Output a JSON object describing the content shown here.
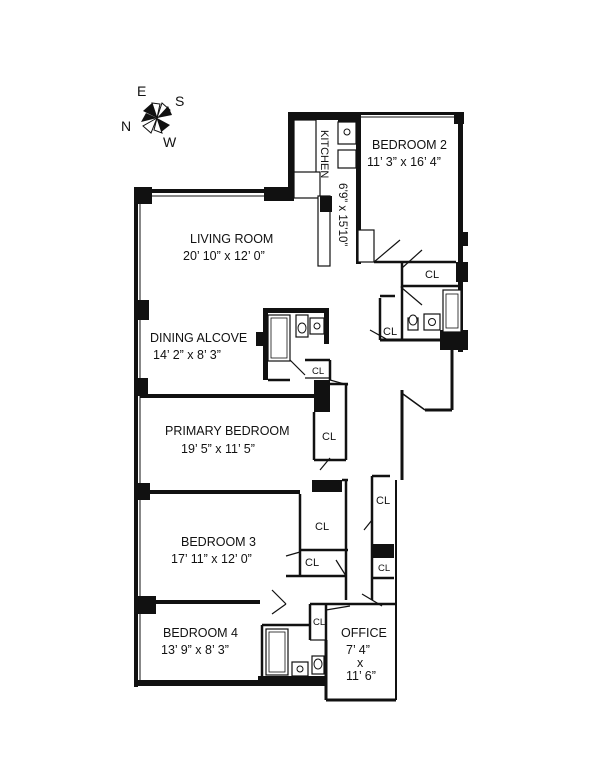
{
  "compass": {
    "n": "N",
    "e": "E",
    "s": "S",
    "w": "W"
  },
  "rooms": {
    "living": {
      "name": "LIVING ROOM",
      "dims": "20’ 10” x 12’ 0”"
    },
    "dining": {
      "name": "DINING ALCOVE",
      "dims": "14’ 2” x  8’ 3”"
    },
    "primary": {
      "name": "PRIMARY BEDROOM",
      "dims": "19’ 5” x 11’ 5”"
    },
    "bedroom2": {
      "name": "BEDROOM 2",
      "dims": "11’ 3” x 16’ 4”"
    },
    "bedroom3": {
      "name": "BEDROOM 3",
      "dims": "17’ 11” x 12’ 0”"
    },
    "bedroom4": {
      "name": "BEDROOM 4",
      "dims": "13’ 9” x 8’ 3”"
    },
    "kitchen": {
      "name": "KITCHEN",
      "dims": "6’9” x 15’10”"
    },
    "office": {
      "name": "OFFICE",
      "dim1": "7’ 4”",
      "x": "x",
      "dim2": "11’ 6”"
    }
  },
  "closet_label": "CL"
}
